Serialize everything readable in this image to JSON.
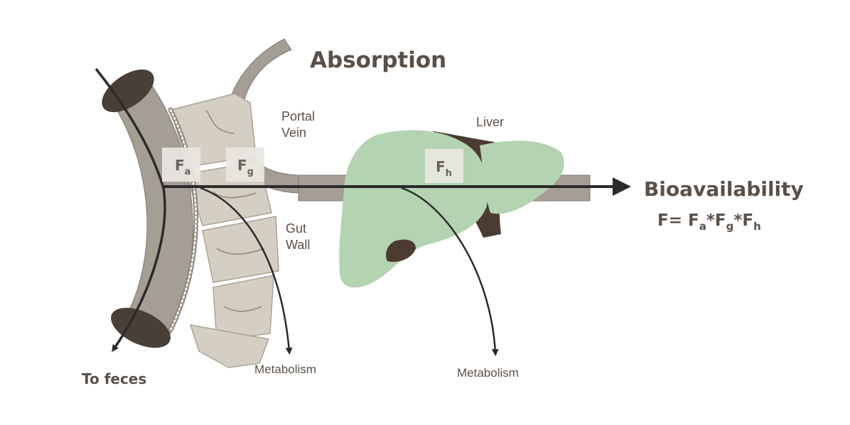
{
  "title": "Absorption",
  "labels": {
    "portal_vein_line1": "Portal",
    "portal_vein_line2": "Vein",
    "liver": "Liver",
    "gut_wall_line1": "Gut",
    "gut_wall_line2": "Wall",
    "metabolism_gut": "Metabolism",
    "metabolism_liver": "Metabolism",
    "to_feces": "To feces",
    "bioavailability": "Bioavailability"
  },
  "factors": {
    "fa": {
      "main": "F",
      "sub": "a"
    },
    "fg": {
      "main": "F",
      "sub": "g"
    },
    "fh": {
      "main": "F",
      "sub": "h"
    }
  },
  "formula": {
    "prefix": "F= ",
    "f1": "F",
    "s1": "a",
    "op1": "*",
    "f2": "F",
    "s2": "g",
    "op2": "*",
    "f3": "F",
    "s3": "h"
  },
  "colors": {
    "intestine": "#a49e95",
    "intestine_dark": "#4a3f37",
    "gut_wall": "#d5cfc3",
    "liver_green": "#b3d3b1",
    "liver_dark": "#4b3b30",
    "arrow": "#2b2b2b",
    "factor_box": "#e9e7e2"
  }
}
